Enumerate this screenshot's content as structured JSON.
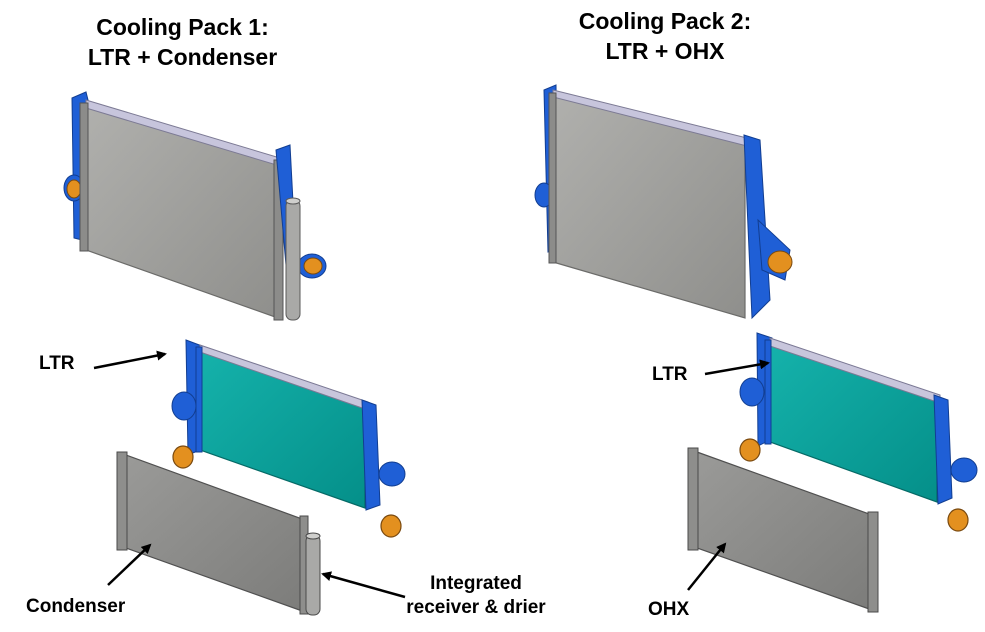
{
  "pack1": {
    "title_line1": "Cooling Pack 1:",
    "title_line2": "LTR + Condenser",
    "labels": {
      "ltr": "LTR",
      "condenser": "Condenser",
      "receiver_line1": "Integrated",
      "receiver_line2": "receiver & drier"
    }
  },
  "pack2": {
    "title_line1": "Cooling Pack 2:",
    "title_line2": "LTR + OHX",
    "labels": {
      "ltr": "LTR",
      "ohx": "OHX"
    }
  },
  "colors": {
    "radiator_gray": "#a3a3a0",
    "ltr_teal": "#0aa29c",
    "bracket_blue": "#1f5fd6",
    "fan_orange": "#e3901f",
    "frame_dark": "#5a5a5a"
  }
}
